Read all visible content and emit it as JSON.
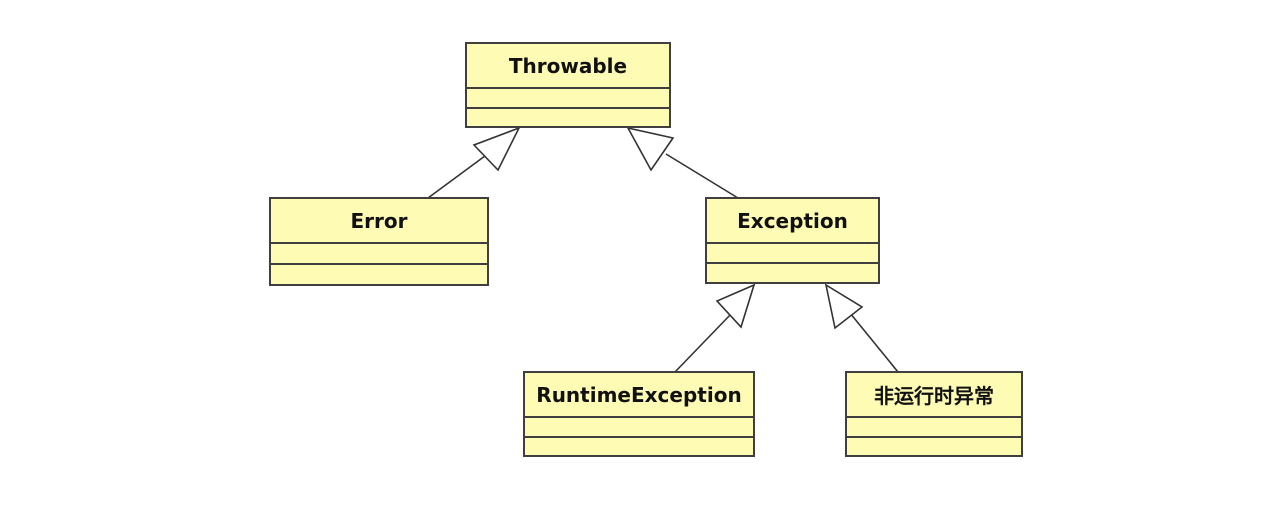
{
  "diagram": {
    "classes": {
      "throwable": {
        "name": "Throwable"
      },
      "error": {
        "name": "Error"
      },
      "exception": {
        "name": "Exception"
      },
      "runtime_exception": {
        "name": "RuntimeException"
      },
      "checked_exception": {
        "name": "非运行时异常"
      }
    },
    "relations": [
      {
        "type": "inheritance",
        "from": "Error",
        "to": "Throwable"
      },
      {
        "type": "inheritance",
        "from": "Exception",
        "to": "Throwable"
      },
      {
        "type": "inheritance",
        "from": "RuntimeException",
        "to": "Exception"
      },
      {
        "type": "inheritance",
        "from": "非运行时异常",
        "to": "Exception"
      }
    ],
    "colors": {
      "class_fill": "#fdfbb4",
      "class_border": "#3f3f3f",
      "connector": "#333333",
      "arrowhead_fill": "#ffffff"
    }
  }
}
